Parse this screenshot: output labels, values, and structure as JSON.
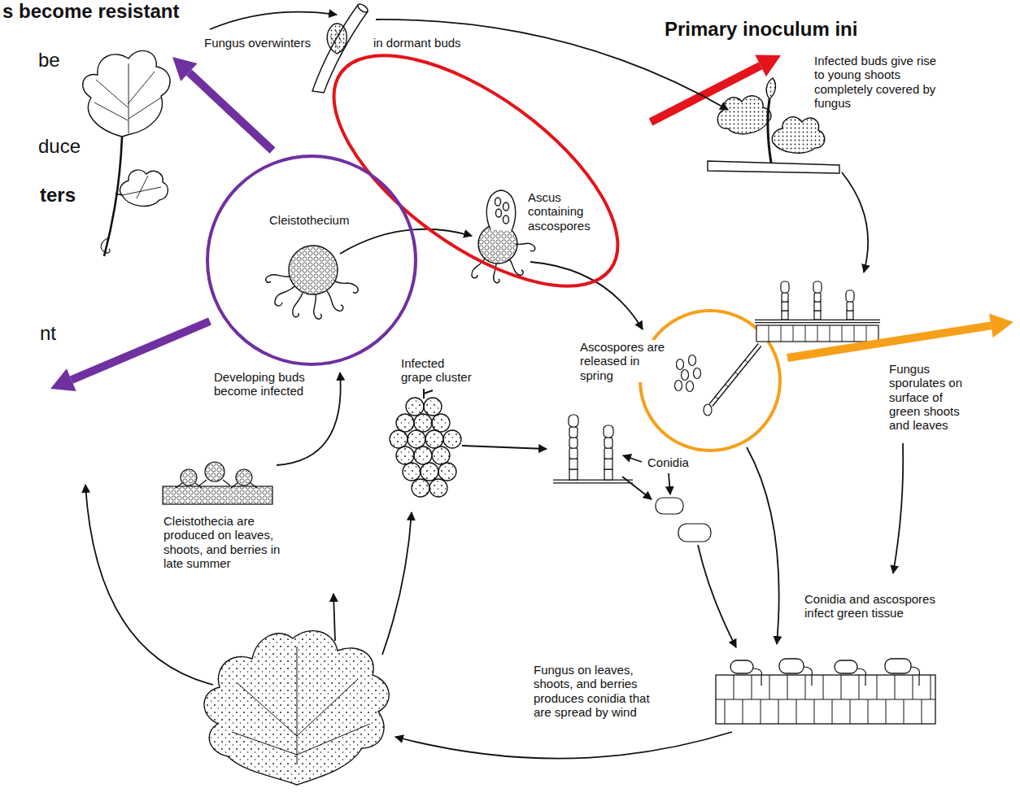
{
  "diagram": {
    "nodes": [
      {
        "text": [
          "Ascus containing ascospores"
        ]
      },
      {
        "text": [
          "Cleistothecium"
        ]
      }
    ],
    "labels": [
      "s become resistant",
      "be",
      "duce",
      "ters",
      "nt",
      "Primary inoculum ini",
      "Fungus overwinters",
      "in dormant buds",
      "Infected buds give rise to young shoots completely covered by fungus",
      "Ascospores are released in spring",
      "Infected grape cluster",
      "Developing buds become infected",
      "Fungus sporulates on surface of green shoots and leaves",
      "Conidia",
      "Cleistothecia are produced on leaves, shoots, and berries in late summer",
      "Conidia and ascospores infect green tissue",
      "Fungus on leaves, shoots, and berries produces conidia that are spread by wind"
    ]
  }
}
